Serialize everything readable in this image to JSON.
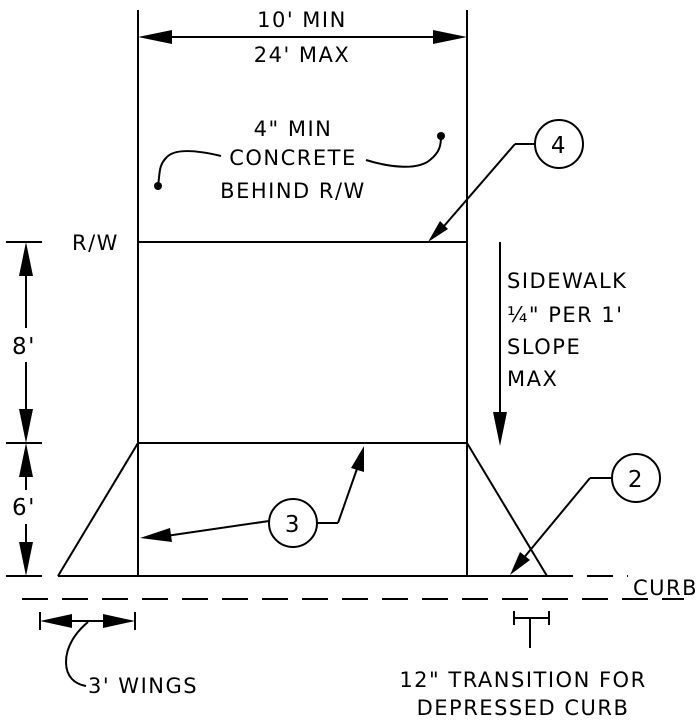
{
  "labels": {
    "width_min": "10' MIN",
    "width_max": "24' MAX",
    "concrete_line1": "4\" MIN",
    "concrete_line2": "CONCRETE",
    "concrete_line3": "BEHIND R/W",
    "right_of_way": "R/W",
    "sidewalk_line1": "SIDEWALK",
    "sidewalk_line2": "¼\" PER 1'",
    "sidewalk_line3": "SLOPE",
    "sidewalk_line4": "MAX",
    "dim_8ft": "8'",
    "dim_6ft": "6'",
    "curb": "CURB",
    "wings": "3' WINGS",
    "transition_line1": "12\" TRANSITION FOR",
    "transition_line2": "DEPRESSED CURB"
  },
  "callouts": {
    "c4": "4",
    "c3": "3",
    "c2": "2"
  }
}
